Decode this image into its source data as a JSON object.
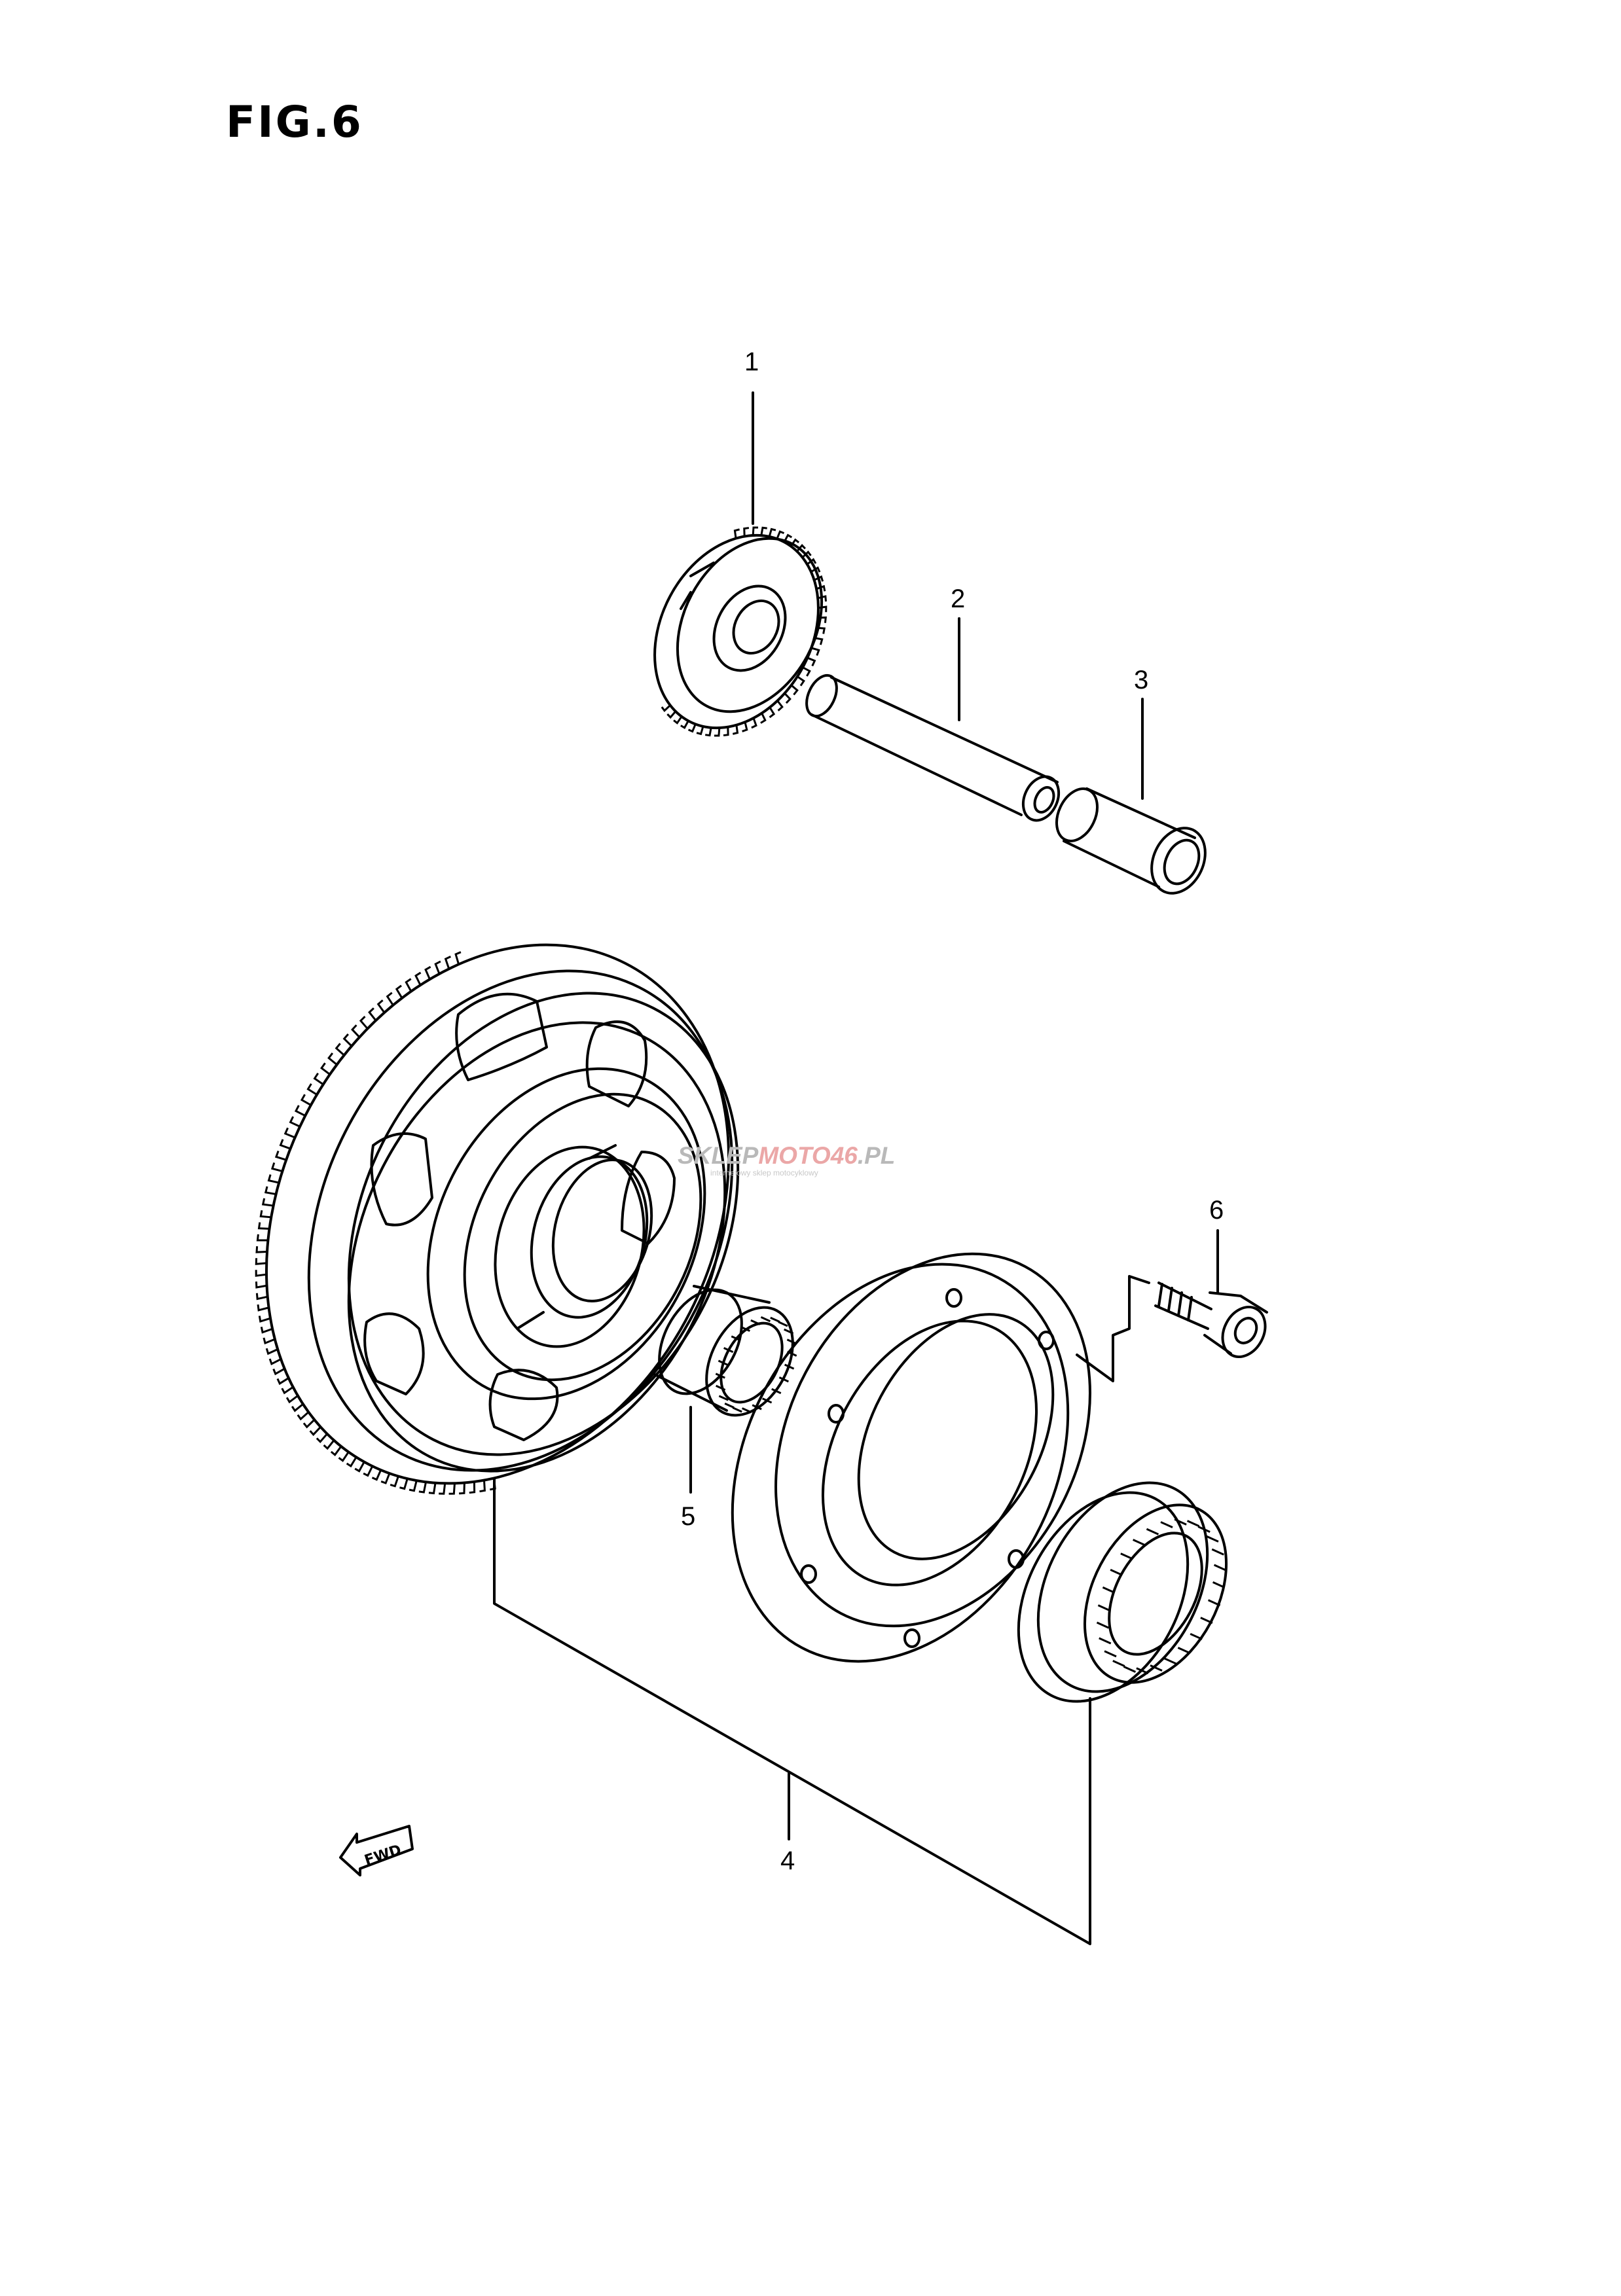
{
  "figure": {
    "title": "FIG.6"
  },
  "callouts": [
    "1",
    "2",
    "3",
    "4",
    "5",
    "6"
  ],
  "watermark": {
    "brand_left": "SKLEP",
    "brand_mid": "MOTO",
    "brand_num": "46",
    "brand_tld": ".PL",
    "tagline": "internetowy sklep motocyklowy"
  },
  "direction_marker": {
    "text": "FWD"
  },
  "colors": {
    "line": "#000000",
    "background": "#ffffff",
    "watermark_accent": "#e06060",
    "watermark_gray": "#b0b0b0"
  }
}
